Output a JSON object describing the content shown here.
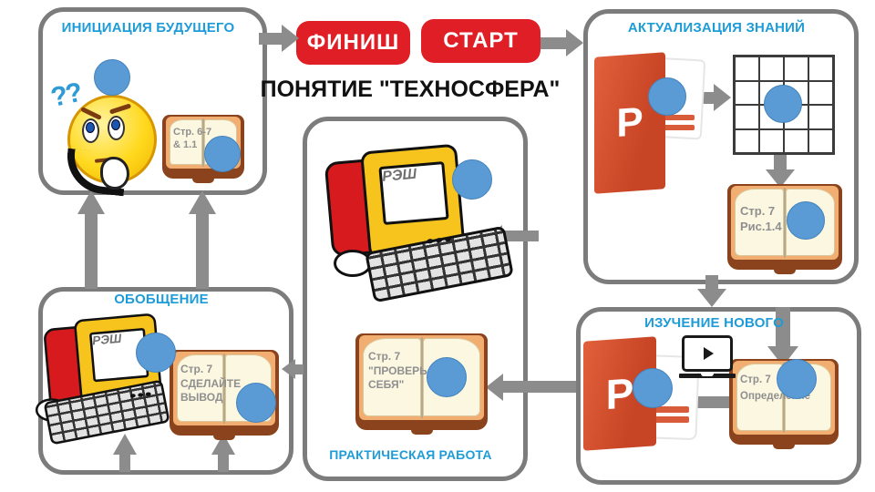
{
  "title": "ПОНЯТИЕ \"ТЕХНОСФЕРА\"",
  "flow": {
    "finish_button": "ФИНИШ",
    "start_button": "СТАРТ"
  },
  "nodes": {
    "initiation": {
      "label": "ИНИЦИАЦИЯ БУДУЩЕГО",
      "book_text": "Стр. 6-7\n& 1.1"
    },
    "actualization": {
      "label": "АКТУАЛИЗАЦИЯ ЗНАНИЙ",
      "book_text": "Стр. 7\nРис.1.4"
    },
    "new_material": {
      "label": "ИЗУЧЕНИЕ НОВОГО",
      "book_text": "Стр. 7\nОпределение"
    },
    "practice": {
      "label": "ПРАКТИЧЕСКАЯ РАБОТА",
      "book_text": "Стр. 7\n\"ПРОВЕРЬ\nСЕБЯ\"",
      "computer_screen": "РЭШ"
    },
    "generalization": {
      "label": "ОБОБЩЕНИЕ",
      "book_text": "Стр. 7\nСДЕЛАЙТЕ\nВЫВОД",
      "computer_screen": "РЭШ"
    }
  },
  "icons": {
    "ppt_letter": "P",
    "emoji_question_marks": "??"
  },
  "colors": {
    "accent_red": "#E01E25",
    "label_blue": "#1E9CD8",
    "arrow_gray": "#8C8C8C",
    "annotation_circle_blue": "#5B9BD5",
    "powerpoint_red": "#CE4A28",
    "box_border_gray": "#7C7C7C"
  }
}
